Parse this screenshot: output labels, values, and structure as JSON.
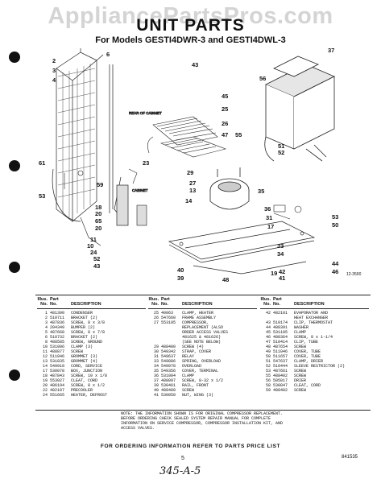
{
  "watermark": "AppliancePartsPros.com",
  "title": "UNIT PARTS",
  "subtitle": "For Models GESTI4DWR-3 and GESTI4DWL-3",
  "diagram_callouts": {
    "rear_of_cabinet": "REAR OF CABINET",
    "cabinet": "CABINET",
    "reference_code": "12-3590"
  },
  "parts_headers": {
    "illus_no": "Illus.",
    "no": "No.",
    "part": "Part",
    "part_no": "No.",
    "description": "DESCRIPTION"
  },
  "parts_col1": [
    {
      "n": "1",
      "p": "481390",
      "d": "CONDENSER"
    },
    {
      "n": "2",
      "p": "510711",
      "d": "BRACKET (2)"
    },
    {
      "n": "3",
      "p": "487836",
      "d": "SCREW, 8 x 3/8"
    },
    {
      "n": "4",
      "p": "204349",
      "d": "BUMPER (2)"
    },
    {
      "n": "5",
      "p": "487668",
      "d": "SCREW, 8 x 7/8"
    },
    {
      "n": "6",
      "p": "510732",
      "d": "BRACKET (2)"
    },
    {
      "n": "8",
      "p": "488585",
      "d": "SCREW, GROUND"
    },
    {
      "n": "10",
      "p": "531006",
      "d": "CLAMP (3)"
    },
    {
      "n": "11",
      "p": "488877",
      "d": "SCREW"
    },
    {
      "n": "12",
      "p": "511046",
      "d": "GROMMET (3)"
    },
    {
      "n": "13",
      "p": "531835",
      "d": "GROMMET (4)"
    },
    {
      "n": "14",
      "p": "549918",
      "d": "CORD, SERVICE"
    },
    {
      "n": "17",
      "p": "530078",
      "d": "BOX, JUNCTION"
    },
    {
      "n": "18",
      "p": "487843",
      "d": "SCREW, 10 x 1/8"
    },
    {
      "n": "19",
      "p": "553027",
      "d": "CLEAT, CORD"
    },
    {
      "n": "20",
      "p": "486194",
      "d": "SCREW, 8 x 1/2"
    },
    {
      "n": "22",
      "p": "482107",
      "d": "PRECOOLER"
    },
    {
      "n": "24",
      "p": "551665",
      "d": "HEATER, DEFROST"
    }
  ],
  "parts_col2": [
    {
      "n": "25",
      "p": "40063",
      "d": "CLAMP, HEATER"
    },
    {
      "n": "26",
      "p": "547660",
      "d": "FRAME ASSEMBLY"
    },
    {
      "n": "27",
      "p": "553195",
      "d": "COMPRESSOR,"
    },
    {
      "n": "",
      "p": "",
      "d": "REPLACEMENT (ALSO"
    },
    {
      "n": "",
      "p": "",
      "d": "ORDER ACCESS VALVES"
    },
    {
      "n": "",
      "p": "",
      "d": "481625 & 481626)"
    },
    {
      "n": "",
      "p": "",
      "d": "(SEE NOTE BELOW)"
    },
    {
      "n": "29",
      "p": "488400",
      "d": "SCREW (4)"
    },
    {
      "n": "30",
      "p": "549342",
      "d": "STRAP, COVER"
    },
    {
      "n": "31",
      "p": "549637",
      "d": "RELAY"
    },
    {
      "n": "33",
      "p": "549886",
      "d": "SPRING, OVERLOAD"
    },
    {
      "n": "34",
      "p": "549978",
      "d": "OVERLOAD"
    },
    {
      "n": "35",
      "p": "549356",
      "d": "COVER, TERMINAL"
    },
    {
      "n": "36",
      "p": "531004",
      "d": "CLAMP"
    },
    {
      "n": "37",
      "p": "488097",
      "d": "SCREW, 8-32 x 1/2"
    },
    {
      "n": "39",
      "p": "530461",
      "d": "RAIL, FRONT"
    },
    {
      "n": "40",
      "p": "488400",
      "d": "SCREW"
    },
    {
      "n": "41",
      "p": "530850",
      "d": "NUT, WING (3)"
    }
  ],
  "parts_col3": [
    {
      "n": "42",
      "p": "482101",
      "d": "EVAPORATOR AND"
    },
    {
      "n": "",
      "p": "",
      "d": "HEAT EXCHANGER"
    },
    {
      "n": "43",
      "p": "510174",
      "d": "CLIP, THERMOSTAT"
    },
    {
      "n": "44",
      "p": "488391",
      "d": "WASHER"
    },
    {
      "n": "45",
      "p": "531105",
      "d": "CLAMP"
    },
    {
      "n": "46",
      "p": "488364",
      "d": "SCREW, 8 x 1-1/4"
    },
    {
      "n": "47",
      "p": "510414",
      "d": "CLIP, TUBE"
    },
    {
      "n": "48",
      "p": "487654",
      "d": "SCREW"
    },
    {
      "n": "49",
      "p": "511046",
      "d": "COVER, TUBE"
    },
    {
      "n": "50",
      "p": "511657",
      "d": "COVER, TUBE"
    },
    {
      "n": "51",
      "p": "547637",
      "d": "CLAMP, DRIER"
    },
    {
      "n": "52",
      "p": "510444",
      "d": "SLEEVE RESTRICTOR (2)"
    },
    {
      "n": "53",
      "p": "487661",
      "d": "SCREW"
    },
    {
      "n": "55",
      "p": "488402",
      "d": "SCREW"
    },
    {
      "n": "56",
      "p": "505017",
      "d": "DRIER"
    },
    {
      "n": "58",
      "p": "530047",
      "d": "CLEAT, CORD"
    },
    {
      "n": "59",
      "p": "488402",
      "d": "SCREW"
    }
  ],
  "note": "NOTE: THE INFORMATION SHOWN IS FOR ORIGINAL COMPRESSOR REPLACEMENT. BEFORE ORDERING CHECK SEALED SYSTEM REPAIR MANUAL FOR COMPLETE INFORMATION ON SERVICE COMPRESSOR, COMPRESSOR INSTALLATION KIT, AND ACCESS VALVES.",
  "order_info": "FOR ORDERING INFORMATION REFER TO PARTS PRICE LIST",
  "page_number": "5",
  "handwritten": "345-A-5",
  "doc_number": "841535"
}
